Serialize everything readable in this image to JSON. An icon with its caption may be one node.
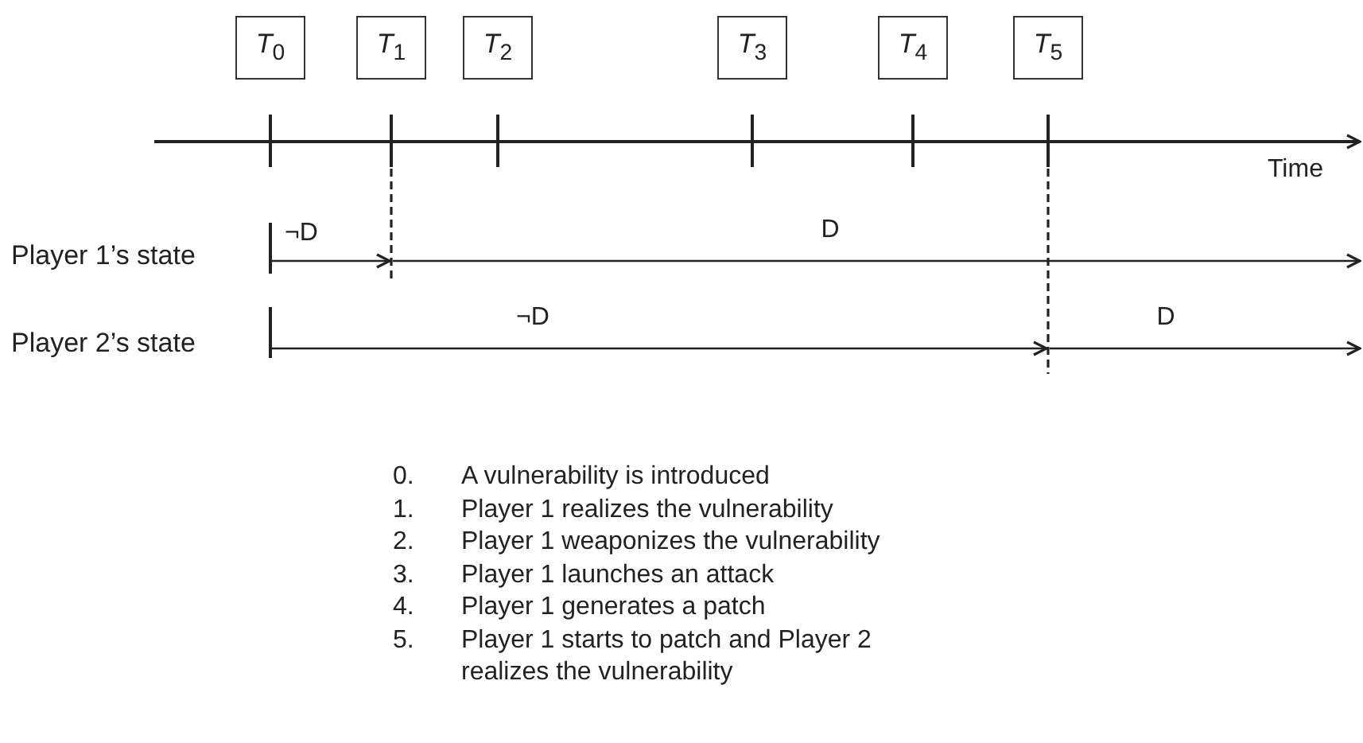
{
  "diagram": {
    "nodes": [
      {
        "text": [
          "*T*$_{0}$"
        ]
      },
      {
        "text": [
          "*T*$_{1}$"
        ]
      },
      {
        "text": [
          "*T*$_{2}$"
        ]
      },
      {
        "text": [
          "*T*$_{3}$"
        ]
      },
      {
        "text": [
          "*T*$_{4}$"
        ]
      },
      {
        "text": [
          "*T*$_{5}$"
        ]
      }
    ],
    "labels": [
      "Time",
      "Player 1’s state",
      "¬D",
      "D",
      "Player 2’s state",
      "¬D",
      "D",
      "0.",
      "A vulnerability is introduced",
      "1.",
      "Player 1 realizes the vulnerability",
      "2.",
      "Player 1 weaponizes the vulnerability",
      "3.",
      "Player 1 launches an attack",
      "4.",
      "Player 1 generates a patch",
      "5.",
      "Player 1 starts to patch and Player 2 realizes the vulnerability"
    ]
  }
}
